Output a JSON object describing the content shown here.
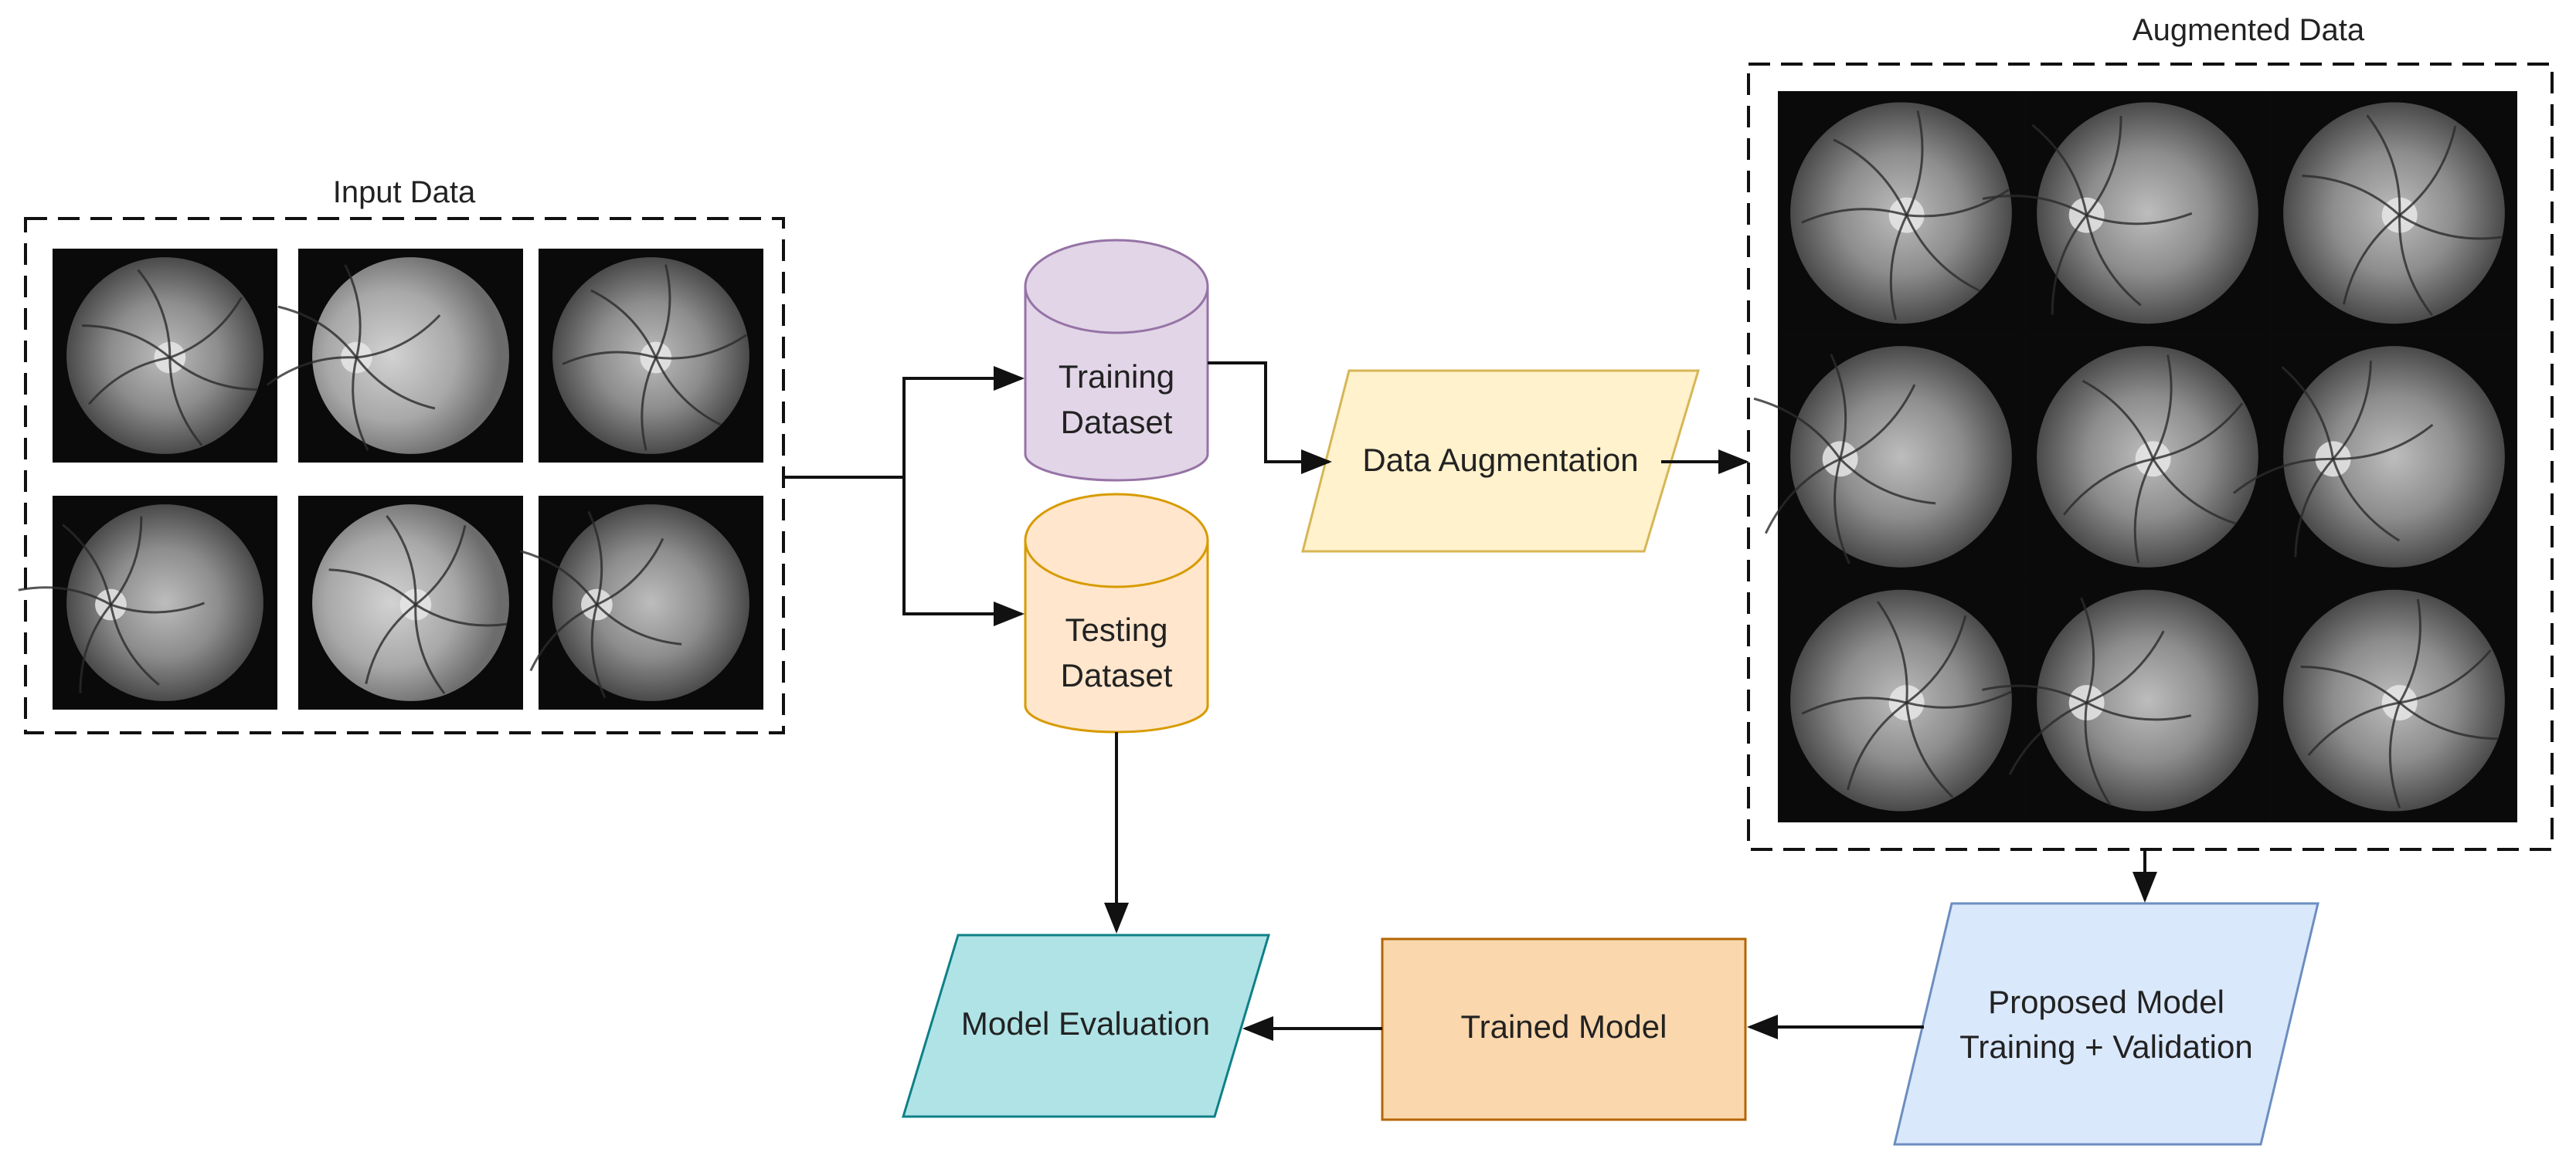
{
  "input_group": {
    "title": "Input Data",
    "images": [
      "fundus-image",
      "fundus-image",
      "fundus-image",
      "fundus-image",
      "fundus-image",
      "fundus-image"
    ]
  },
  "training_dataset": {
    "line1": "Training",
    "line2": "Dataset",
    "fill": "#e1d5e7",
    "stroke": "#9673a6"
  },
  "testing_dataset": {
    "line1": "Testing",
    "line2": "Dataset",
    "fill": "#ffe6cc",
    "stroke": "#d79b00"
  },
  "data_augmentation": {
    "label": "Data Augmentation",
    "fill": "#fff2cc",
    "stroke": "#d6b656"
  },
  "augmented_group": {
    "title": "Augmented Data",
    "images": [
      "fundus-image",
      "fundus-image",
      "fundus-image",
      "fundus-image",
      "fundus-image",
      "fundus-image",
      "fundus-image",
      "fundus-image",
      "fundus-image"
    ]
  },
  "proposed_model": {
    "line1": "Proposed Model",
    "line2": "Training + Validation",
    "fill": "#dae8fc",
    "stroke": "#6c8ebf"
  },
  "trained_model": {
    "label": "Trained Model",
    "fill": "#fad7ac",
    "stroke": "#b46504"
  },
  "model_evaluation": {
    "label": "Model Evaluation",
    "fill": "#b0e3e6",
    "stroke": "#0e8088"
  },
  "colors": {
    "arrow": "#111111",
    "text": "#222222",
    "dashed_border": "#111111"
  }
}
